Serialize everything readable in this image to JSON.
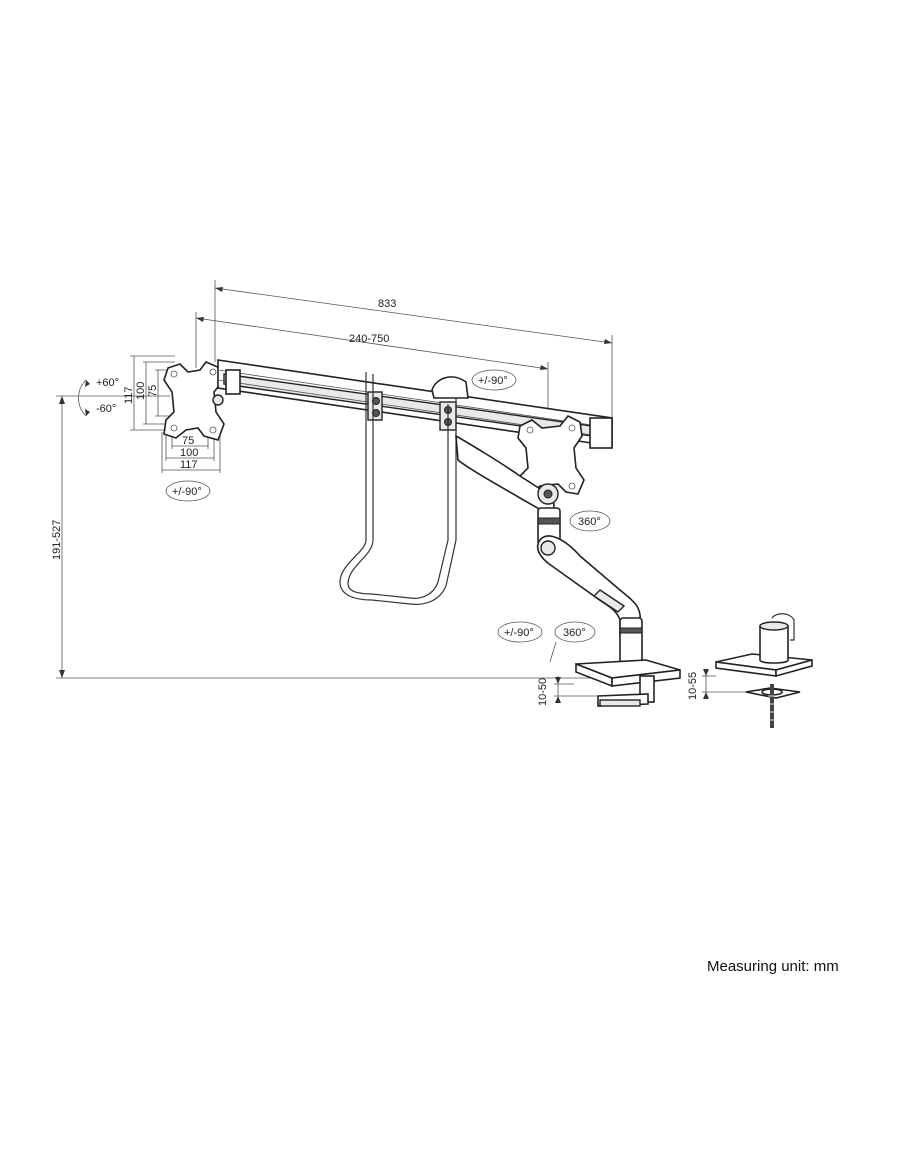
{
  "diagram": {
    "dimensions": {
      "overall_width": "833",
      "arm_span": "240-750",
      "height_range": "191-527",
      "clamp_thickness": "10-50",
      "grommet_thickness": "10-55",
      "vesa_w_75": "75",
      "vesa_w_100": "100",
      "vesa_w_117": "117",
      "vesa_h_117": "117",
      "vesa_h_100": "100",
      "vesa_h_75": "75"
    },
    "angles": {
      "tilt_up": "+60°",
      "tilt_down": "-60°",
      "rotate_left_plate": "+/-90°",
      "rotate_bar": "+/-90°",
      "swivel_upper": "360°",
      "rotate_base": "+/-90°",
      "swivel_base": "360°"
    },
    "note": "Measuring unit: mm"
  }
}
